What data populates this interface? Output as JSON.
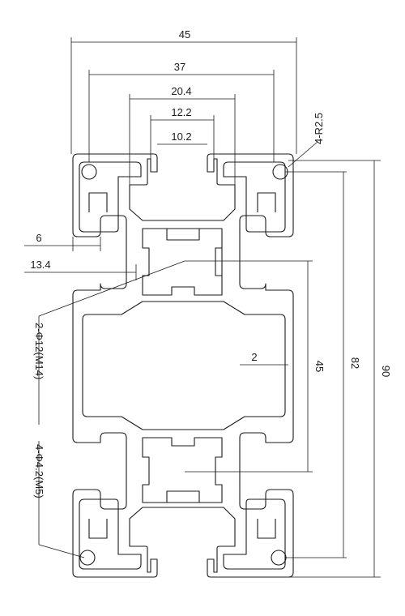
{
  "drawing": {
    "dimensions": {
      "width_overall": "45",
      "width_slots": "37",
      "width_slot_outer": "20.4",
      "width_slot_mid": "12.2",
      "width_slot_inner": "10.2",
      "corner_radius": "4-R2.5",
      "height_overall": "90",
      "height_slots": "82",
      "height_half": "45",
      "wall_6": "6",
      "wall_13_4": "13.4",
      "wall_2": "2",
      "holes_center": "2-Φ12(M14)",
      "holes_corner": "4-Φ4.2(M5)"
    }
  }
}
